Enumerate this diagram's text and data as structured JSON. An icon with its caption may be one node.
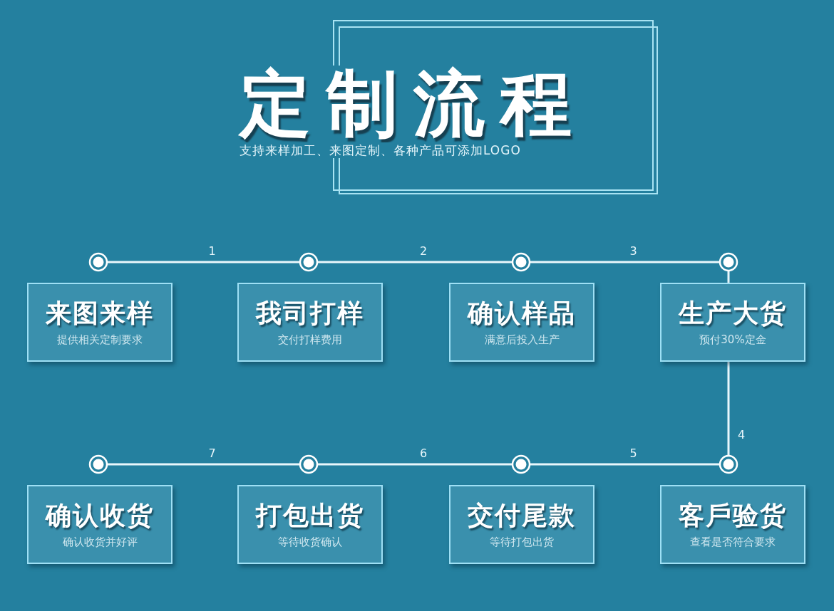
{
  "diagram": {
    "title": "定制流程",
    "nodes": [
      {
        "text": [],
        "shape": "circle"
      },
      {
        "text": [],
        "shape": "circle"
      },
      {
        "text": [],
        "shape": "circle"
      },
      {
        "text": [],
        "shape": "circle"
      },
      {
        "text": [
          "来图来样",
          "提供相关定制要求"
        ]
      },
      {
        "text": [
          "我司打样",
          "交付打样费用"
        ]
      },
      {
        "text": [
          "确认样品",
          "满意后投入生产"
        ]
      },
      {
        "text": [
          "生产大货",
          "预付30%定金"
        ]
      },
      {
        "text": [],
        "shape": "circle"
      },
      {
        "text": [],
        "shape": "circle"
      },
      {
        "text": [],
        "shape": "circle"
      },
      {
        "text": [],
        "shape": "circle"
      },
      {
        "text": [
          "确认收货",
          "确认收货并好评"
        ]
      },
      {
        "text": [
          "打包出货",
          "等待收货确认"
        ]
      },
      {
        "text": [
          "交付尾款",
          "等待打包出货"
        ]
      },
      {
        "text": [
          "客戶验货",
          "查看是否符合要求"
        ]
      }
    ],
    "edges": [
      {
        "from": 0,
        "to": 1,
        "arrow": "none",
        "label": "1"
      },
      {
        "from": 1,
        "to": 2,
        "arrow": "none",
        "label": "2"
      },
      {
        "from": 2,
        "to": 3,
        "arrow": "none",
        "label": "3"
      },
      {
        "from": 3,
        "to": 7,
        "arrow": "none"
      },
      {
        "from": 7,
        "to": 11,
        "arrow": "none",
        "label": "4"
      },
      {
        "from": 11,
        "to": 10,
        "arrow": "none",
        "label": "5"
      },
      {
        "from": 10,
        "to": 9,
        "arrow": "none",
        "label": "6"
      },
      {
        "from": 9,
        "to": 8,
        "arrow": "none",
        "label": "7"
      }
    ],
    "labels": [
      "支持来样加工、来图定制、各种产品可添加LOGO"
    ]
  }
}
